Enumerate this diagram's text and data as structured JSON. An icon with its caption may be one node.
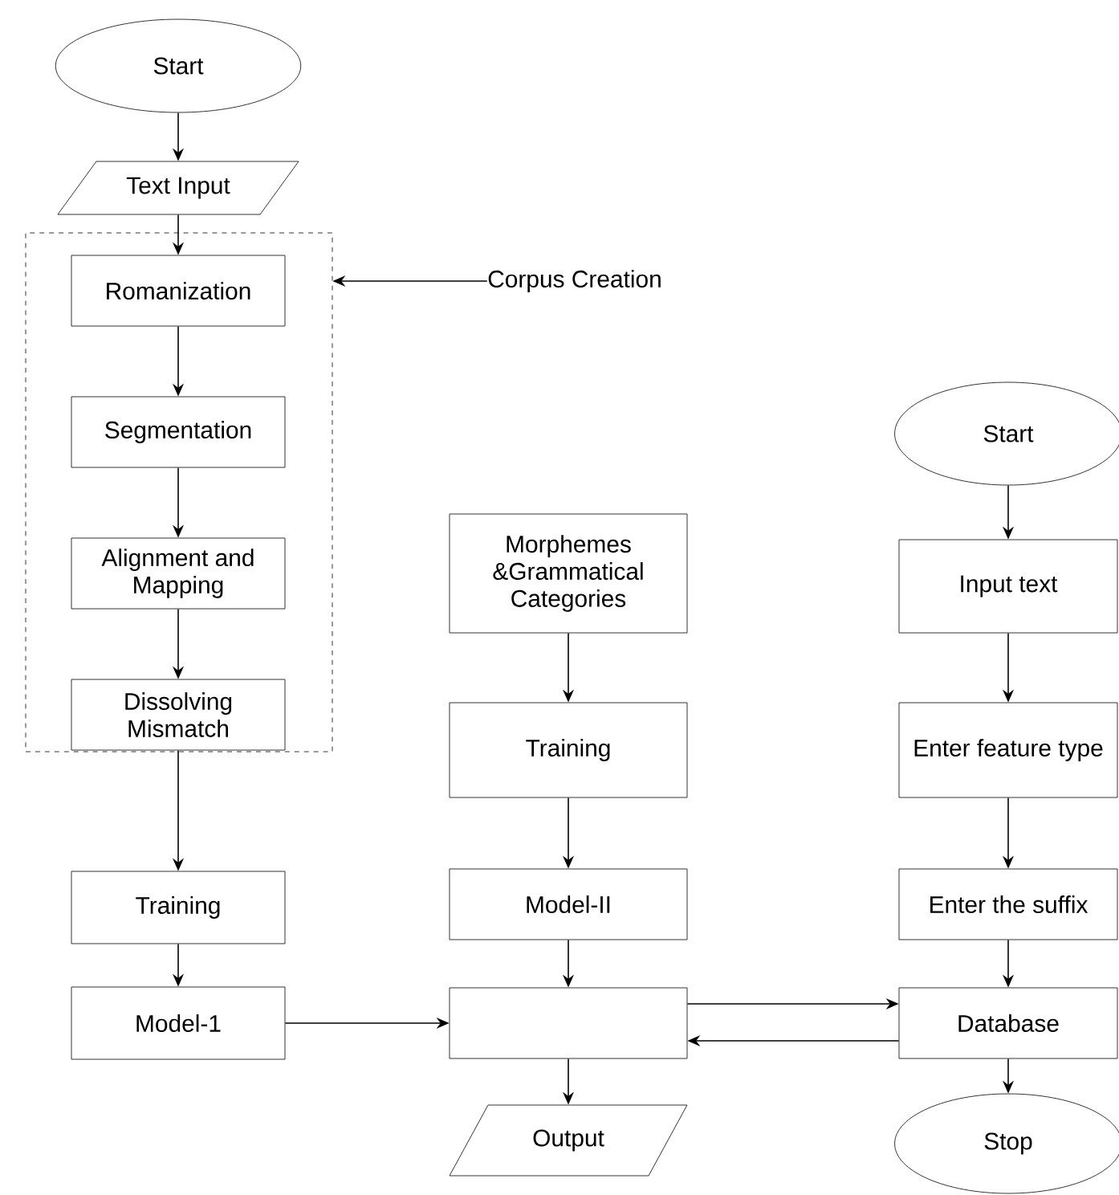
{
  "diagram": {
    "nodes": [
      {
        "text": [
          "Start"
        ]
      },
      {
        "text": [
          "Text Input"
        ]
      },
      {
        "text": [],
        "shape": "box"
      },
      {
        "text": [
          "Romanization"
        ],
        "in": 2
      },
      {
        "text": [
          "Segmentation"
        ],
        "in": 2
      },
      {
        "text": [
          "Alignment and Mapping"
        ],
        "in": 2
      },
      {
        "text": [
          "Dissolving Mismatch"
        ],
        "in": 2
      },
      {
        "text": [
          "Corpus Creation"
        ]
      },
      {
        "text": [
          "Training"
        ]
      },
      {
        "text": [
          "Model-1"
        ]
      },
      {
        "text": [
          "Morphemes &Grammatical Categories"
        ]
      },
      {
        "text": [
          "Training"
        ]
      },
      {
        "text": [
          "Model-II"
        ]
      },
      {
        "text": [],
        "shape": "box"
      },
      {
        "text": [
          "Output"
        ]
      },
      {
        "text": [
          "Start"
        ]
      },
      {
        "text": [
          "Input text"
        ]
      },
      {
        "text": [
          "Enter feature type"
        ]
      },
      {
        "text": [
          "Enter the suffix"
        ]
      },
      {
        "text": [
          "Database"
        ]
      },
      {
        "text": [
          "Stop"
        ]
      }
    ],
    "edges": [
      {
        "from": 0,
        "to": 1,
        "arrow": "to"
      },
      {
        "from": 1,
        "to": 3,
        "arrow": "to"
      },
      {
        "from": 3,
        "to": 4,
        "arrow": "to"
      },
      {
        "from": 4,
        "to": 5,
        "arrow": "to"
      },
      {
        "from": 5,
        "to": 6,
        "arrow": "to"
      },
      {
        "from": 7,
        "to": 2,
        "arrow": "to"
      },
      {
        "from": 6,
        "to": 8,
        "arrow": "to"
      },
      {
        "from": 8,
        "to": 9,
        "arrow": "to"
      },
      {
        "from": 9,
        "to": 13,
        "arrow": "to"
      },
      {
        "from": 10,
        "to": 11,
        "arrow": "to"
      },
      {
        "from": 11,
        "to": 12,
        "arrow": "to"
      },
      {
        "from": 12,
        "to": 13,
        "arrow": "to"
      },
      {
        "from": 13,
        "to": 14,
        "arrow": "to"
      },
      {
        "from": 15,
        "to": 16,
        "arrow": "to"
      },
      {
        "from": 16,
        "to": 17,
        "arrow": "to"
      },
      {
        "from": 17,
        "to": 18,
        "arrow": "to"
      },
      {
        "from": 18,
        "to": 19,
        "arrow": "to"
      },
      {
        "from": 19,
        "to": 20,
        "arrow": "to"
      },
      {
        "from": 13,
        "to": 19,
        "arrow": "to"
      },
      {
        "from": 19,
        "to": 13,
        "arrow": "to"
      }
    ]
  }
}
